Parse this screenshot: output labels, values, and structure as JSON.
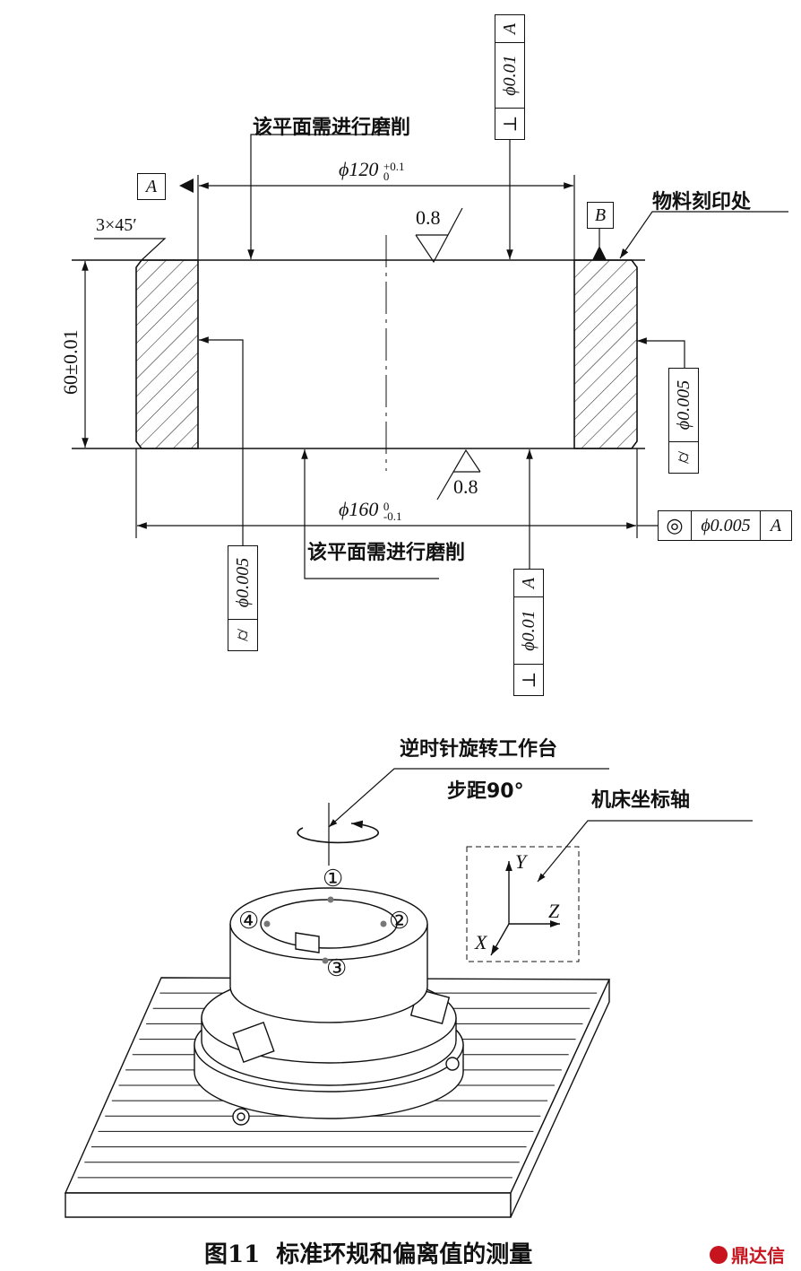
{
  "drawing": {
    "grind_label_top": "该平面需进行磨削",
    "grind_label_bottom": "该平面需进行磨削",
    "inner_diameter": "ϕ120",
    "inner_tol_upper": "+0.1",
    "inner_tol_lower": "0",
    "outer_diameter": "ϕ160",
    "outer_tol_upper": "0",
    "outer_tol_lower": "-0.1",
    "height": "60±0.01",
    "chamfer": "3×45′",
    "roughness_top": "0.8",
    "roughness_bottom": "0.8",
    "datum_a": "A",
    "datum_b": "B",
    "marking_label": "物料刻印处",
    "perp_top": {
      "symbol": "⊥",
      "value": "ϕ0.01",
      "datum": "A"
    },
    "perp_bottom": {
      "symbol": "⊥",
      "value": "ϕ0.01",
      "datum": "A"
    },
    "cyl_right": {
      "symbol": "⌭",
      "value": "ϕ0.005"
    },
    "cyl_left": {
      "symbol": "⌭",
      "value": "ϕ0.005"
    },
    "coax": {
      "symbol": "◎",
      "value": "ϕ0.005",
      "datum": "A"
    }
  },
  "setup": {
    "rotate_label": "逆时针旋转工作台",
    "step_label": "步距90°",
    "axis_label": "机床坐标轴",
    "axis_y": "Y",
    "axis_z": "Z",
    "axis_x": "X",
    "points": [
      "①",
      "②",
      "③",
      "④"
    ]
  },
  "caption": "图11  标准环规和偏离值的测量",
  "watermark": "鼎达信"
}
